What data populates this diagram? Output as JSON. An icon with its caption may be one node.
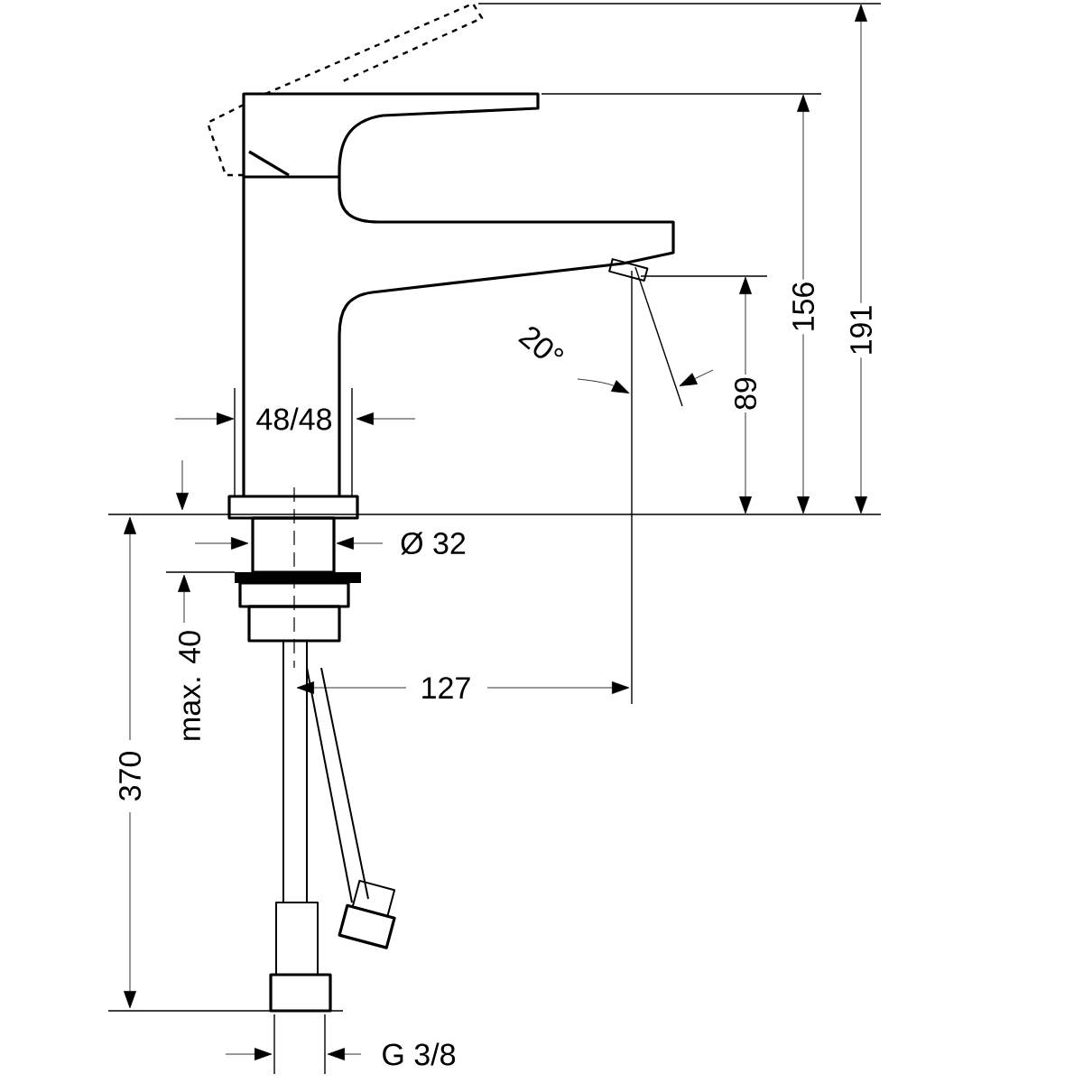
{
  "diagram": {
    "labels": [
      "191",
      "156",
      "20°",
      "89",
      "48/48",
      "Ø 32",
      "max. 40",
      "127",
      "370",
      "G 3/8"
    ]
  }
}
